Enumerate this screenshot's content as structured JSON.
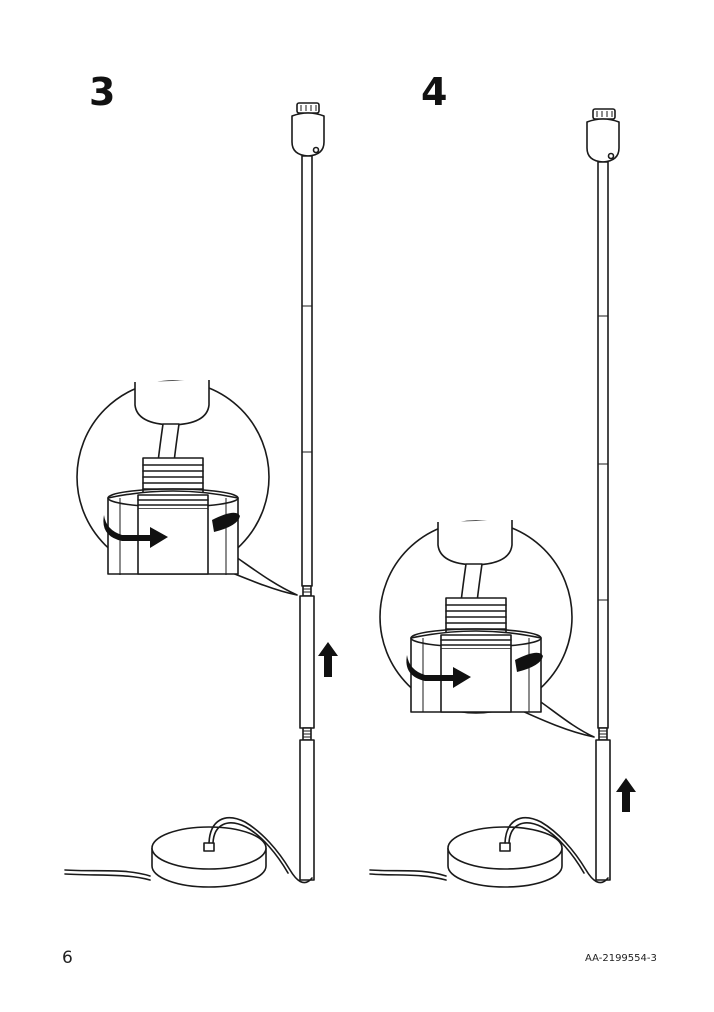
{
  "steps": [
    {
      "number": "3"
    },
    {
      "number": "4"
    }
  ],
  "footer": {
    "page_number": "6",
    "document_code": "AA-2199554-3"
  },
  "icons": [
    "rotate-arrow-icon",
    "up-arrow-icon"
  ]
}
